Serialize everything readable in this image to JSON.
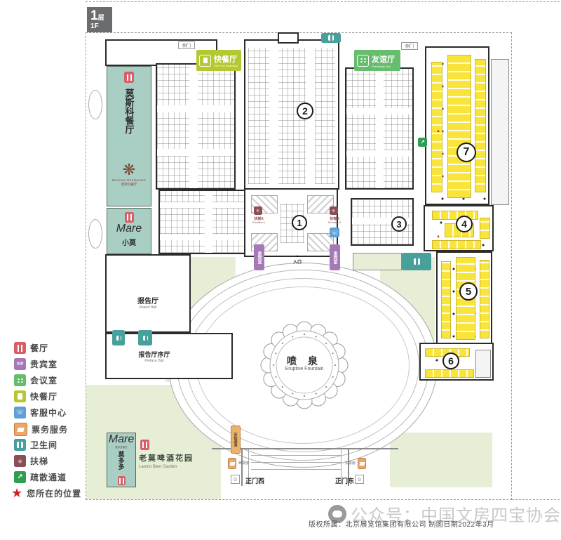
{
  "floor_tag": {
    "number": "1",
    "suffix": "层",
    "abbr": "1F"
  },
  "legend": [
    {
      "name": "restaurant",
      "label": "餐厅"
    },
    {
      "name": "vip-room",
      "label": "贵宾室",
      "icon_text": "VIP"
    },
    {
      "name": "meeting-room",
      "label": "会议室"
    },
    {
      "name": "fast-food",
      "label": "快餐厅"
    },
    {
      "name": "customer-service",
      "label": "客服中心"
    },
    {
      "name": "ticket-service",
      "label": "票务服务"
    },
    {
      "name": "toilet",
      "label": "卫生间"
    },
    {
      "name": "escalator",
      "label": "扶梯"
    },
    {
      "name": "evacuation-route",
      "label": "疏散通道"
    },
    {
      "name": "your-location",
      "label": "您所在的位置"
    }
  ],
  "halls": {
    "h1": "1",
    "h2": "2",
    "h3": "3",
    "h4": "4",
    "h5": "5",
    "h6": "6",
    "h7": "7"
  },
  "labels": {
    "moscow_vertical": "莫斯科餐厅",
    "moscow_logo_en": "Moscow Restaurant",
    "moscow_logo_cn": "莫斯科餐厅",
    "xiaomo_logo": "Mare",
    "xiaomo": "小莫",
    "fastfood_cn": "快餐厅",
    "fastfood_en": "Fast Food Restaurant",
    "friendship_cn": "友谊厅",
    "friendship_en": "Friendship Hall",
    "side_door": "侧门",
    "report_cn": "报告厅",
    "report_en": "Report Hall",
    "preface_cn": "报告厅序厅",
    "preface_en": "Preface Hall",
    "fountain_cn": "喷  泉",
    "fountain_en": "Eruptive Fountain",
    "beer_cn": "老莫啤酒花园",
    "beer_en": "Laomo Beer Garden",
    "mododuo_logo": "Mare",
    "mododuo_sub": "莫多多餐厅",
    "mododuo_vertical": "莫多多",
    "escalator_a": "扶梯A",
    "escalator_a_en": "Escalator A",
    "escalator_b": "扶梯B",
    "escalator_b_en": "Escalator B",
    "entrance": "入口",
    "entrance_arrow": "▲",
    "vip_strip": "贵宾室",
    "security_lane": "安检通道",
    "west_ticket": "西票房",
    "east_ticket": "东票房",
    "gate_west": "正门西",
    "gate_east": "正门东"
  },
  "footer": {
    "copyright": "版权所属：北京展览馆集团有限公司  制图日期2022年3月",
    "watermark": "公众号：中国文房四宝协会"
  },
  "colors": {
    "teal_block": "#a9cec3",
    "booth_yellow": "#f9e43b",
    "lawn_green": "#e7eed6",
    "friendship_green": "#66bd6e",
    "fastfood_lime": "#b5c832",
    "toilet_teal": "#47a09b",
    "restaurant_red": "#d85f68",
    "vip_purple": "#a678b8",
    "service_blue": "#5e9fd4",
    "ticket_orange": "#eca76b",
    "escalator_maroon": "#8a5155",
    "evacuation_green": "#2e9e4f",
    "star_red": "#cc2229"
  }
}
